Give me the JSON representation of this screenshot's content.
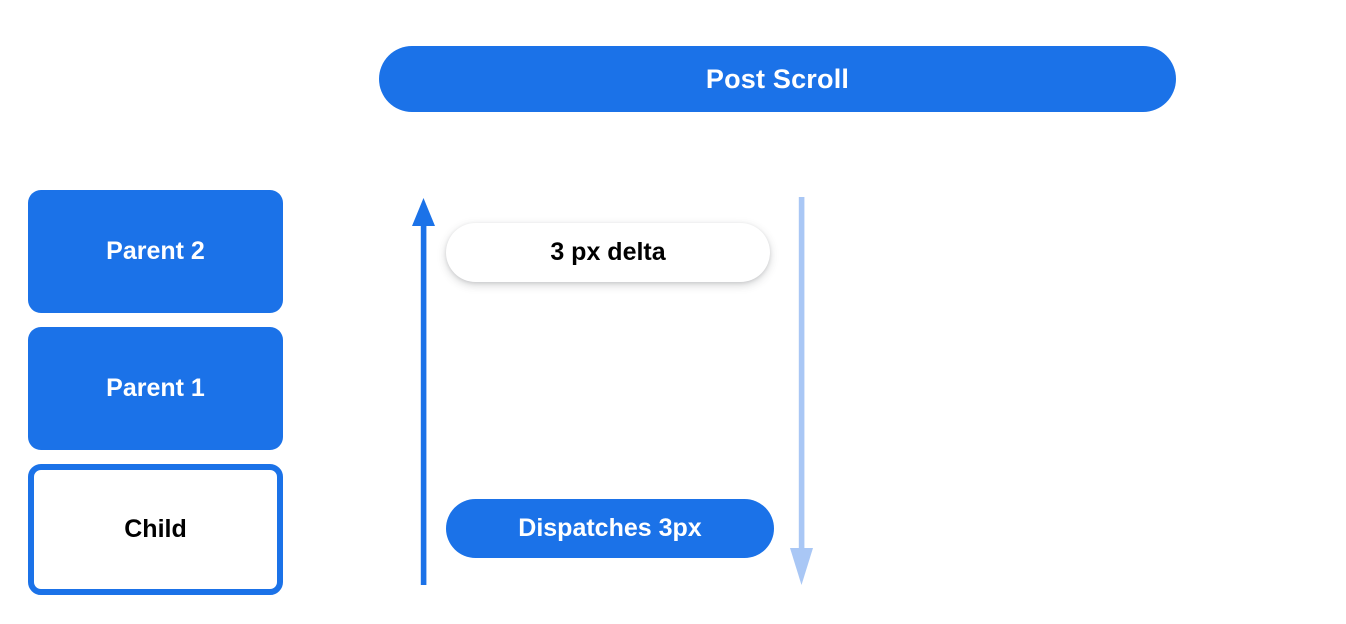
{
  "header": {
    "title": "Post Scroll",
    "color": "#1b72e8"
  },
  "hierarchy": {
    "nodes": [
      {
        "label": "Parent 2",
        "style": "filled"
      },
      {
        "label": "Parent 1",
        "style": "filled"
      },
      {
        "label": "Child",
        "style": "outlined"
      }
    ]
  },
  "flow": {
    "up_arrow": {
      "icon": "arrow-up-icon",
      "color": "#1b72e8",
      "direction": "up"
    },
    "down_arrow": {
      "icon": "arrow-down-icon",
      "color": "#a9c7f5",
      "direction": "down"
    },
    "delta_pill": {
      "label": "3 px delta",
      "background": "#ffffff",
      "text_color": "#000000"
    },
    "dispatch_pill": {
      "label": "Dispatches 3px",
      "background": "#1b72e8",
      "text_color": "#ffffff"
    }
  }
}
